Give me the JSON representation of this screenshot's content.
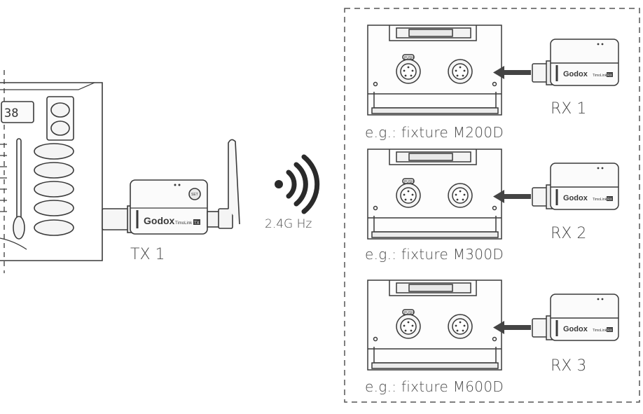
{
  "console": {
    "display_text": "38"
  },
  "transmitter": {
    "brand": "Godox",
    "model": "TimoLink",
    "badge": "TX",
    "button": "SET",
    "label": "TX 1"
  },
  "wireless": {
    "frequency_label": "2.4G Hz"
  },
  "fixtures": [
    {
      "caption": "e.g.:  fixture  M200D",
      "receiver_label": "RX 1",
      "receiver_brand": "Godox",
      "receiver_model": "TimoLink",
      "receiver_badge": "RX",
      "push_label": "PUSH"
    },
    {
      "caption": "e.g.:  fixture  M300D",
      "receiver_label": "RX 2",
      "receiver_brand": "Godox",
      "receiver_model": "TimoLink",
      "receiver_badge": "RX",
      "push_label": "PUSH"
    },
    {
      "caption": "e.g.:  fixture  M600D",
      "receiver_label": "RX 3",
      "receiver_brand": "Godox",
      "receiver_model": "TimoLink",
      "receiver_badge": "RX",
      "push_label": "PUSH"
    }
  ],
  "colors": {
    "line": "#3a3a3a",
    "light_fill": "#f2f2f2",
    "arrow": "#444444",
    "dashed_border": "#555555"
  }
}
